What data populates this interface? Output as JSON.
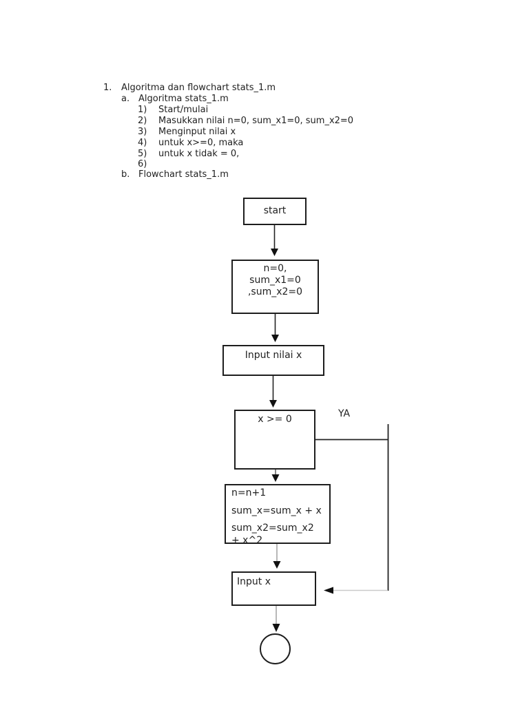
{
  "document": {
    "outline": [
      {
        "marker": "1.",
        "text": "Algoritma dan flowchart stats_1.m"
      },
      {
        "marker": "a.",
        "text": "Algoritma stats_1.m"
      },
      {
        "marker": "1)",
        "text": "Start/mulai"
      },
      {
        "marker": "2)",
        "text": "Masukkan nilai n=0, sum_x1=0, sum_x2=0"
      },
      {
        "marker": "3)",
        "text": "Menginput nilai x"
      },
      {
        "marker": "4)",
        "text": "untuk x>=0, maka"
      },
      {
        "marker": "5)",
        "text": "untuk x tidak = 0,"
      },
      {
        "marker": "6)",
        "text": ""
      },
      {
        "marker": "b.",
        "text": "Flowchart stats_1.m"
      }
    ],
    "flowchart": {
      "start_label": "start",
      "init_lines": [
        "n=0,",
        "sum_x1=0",
        ",sum_x2=0"
      ],
      "input_nilai_label": "Input nilai x",
      "condition_label": "x >= 0",
      "branch_yes_label": "YA",
      "update_lines": [
        "n=n+1",
        "sum_x=sum_x + x",
        "sum_x2=sum_x2",
        "+ x^2"
      ],
      "input_x_label": "Input x"
    },
    "colors": {
      "ink": "#1f1f1f",
      "border": "#1d1d1d",
      "connector_black": "#222222",
      "connector_gray": "#9a9a9a",
      "connector_light": "#c9c9c9"
    }
  }
}
